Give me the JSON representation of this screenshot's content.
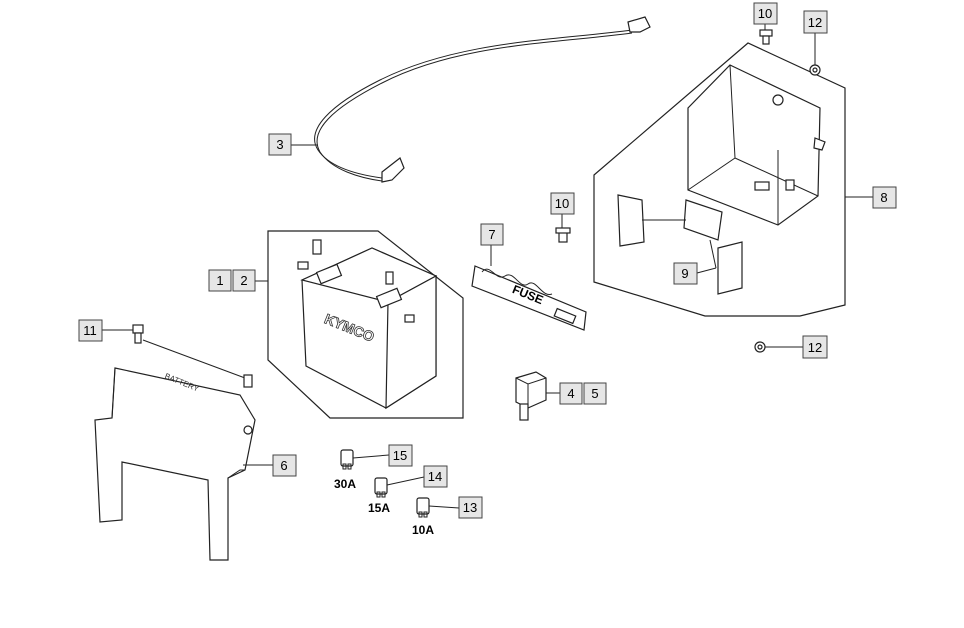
{
  "callouts": {
    "c1": "1",
    "c2": "2",
    "c3": "3",
    "c4": "4",
    "c5": "5",
    "c6": "6",
    "c7": "7",
    "c8": "8",
    "c9": "9",
    "c10a": "10",
    "c10b": "10",
    "c11": "11",
    "c12a": "12",
    "c12b": "12",
    "c13": "13",
    "c14": "14",
    "c15": "15"
  },
  "fuses": {
    "f30": "30A",
    "f15": "15A",
    "f10": "10A"
  },
  "labels": {
    "fuse_plate": "FUSE",
    "battery_brand": "KYMCO",
    "cover_text": "BATTERY"
  },
  "colors": {
    "line": "#222222",
    "callout_fill": "#e6e6e6",
    "background": "#ffffff"
  }
}
